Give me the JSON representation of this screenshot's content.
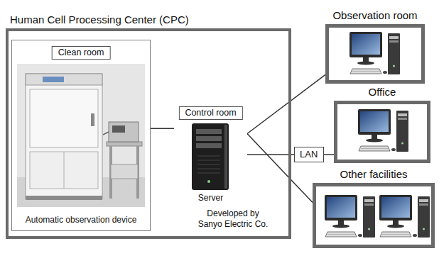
{
  "diagram": {
    "nodes": [
      {
        "text": [
          "Human Cell Processing Center (CPC)"
        ]
      },
      {
        "text": [
          "Clean room",
          "Automatic observation device"
        ],
        "in": 0
      },
      {
        "text": [
          "Control room",
          "Server"
        ],
        "in": 0
      },
      {
        "text": [
          "Observation room"
        ]
      },
      {
        "text": [
          "LAN"
        ]
      },
      {
        "text": [
          "Office"
        ]
      },
      {
        "text": [
          "Other facilities"
        ]
      }
    ],
    "edges": [
      {
        "from": 1,
        "to": 2,
        "arrow": "none"
      },
      {
        "from": 2,
        "to": 3,
        "arrow": "none"
      },
      {
        "from": 2,
        "to": 4,
        "arrow": "none"
      },
      {
        "from": 4,
        "to": 5,
        "arrow": "none"
      },
      {
        "from": 2,
        "to": 6,
        "arrow": "none"
      }
    ],
    "labels": [
      "Developed by Sanyo Electric Co."
    ]
  }
}
